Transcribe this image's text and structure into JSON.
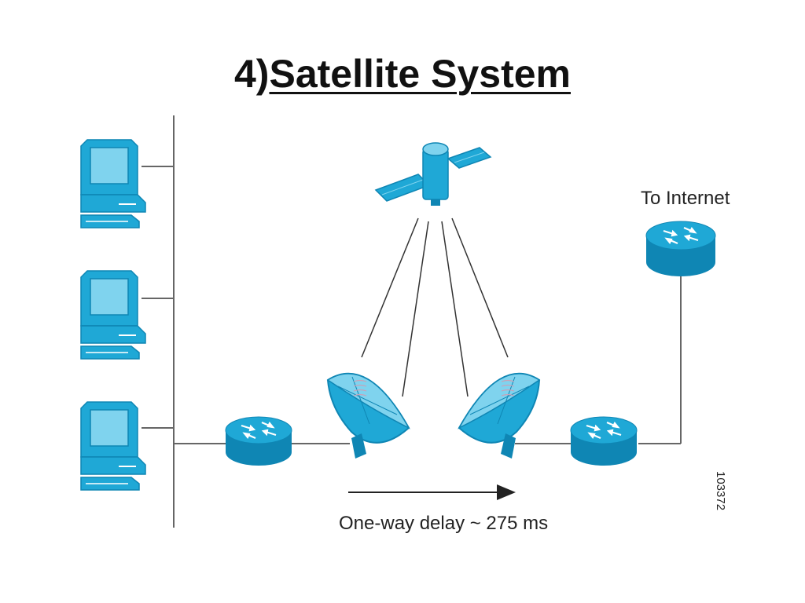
{
  "title": {
    "number": "4)",
    "text": "Satellite System"
  },
  "diagram": {
    "labels": {
      "internet": "To Internet",
      "delay": "One-way delay ~ 275 ms",
      "figure_id": "103372"
    },
    "colors": {
      "device": "#1fa8d6",
      "device_dark": "#0f86b4",
      "device_light": "#7fd3ee",
      "line": "#666666",
      "link": "#222222"
    },
    "icons": [
      "computer-icon",
      "router-icon",
      "satellite-icon",
      "satellite-dish-icon"
    ]
  }
}
